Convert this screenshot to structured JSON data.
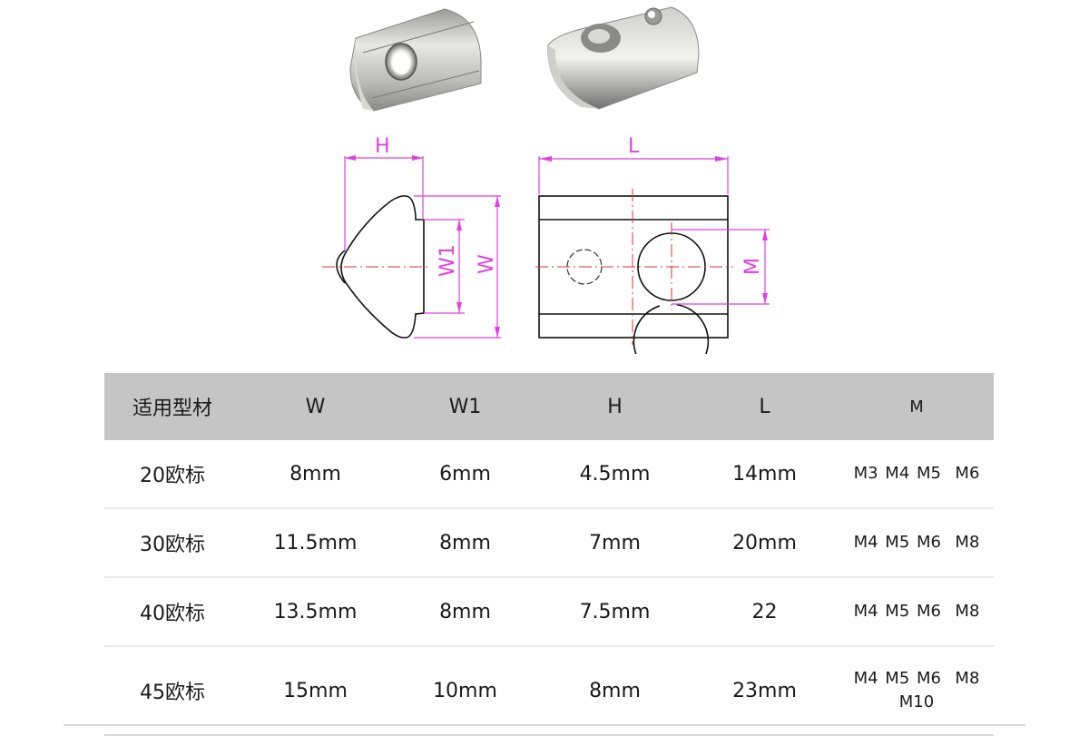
{
  "photos": {
    "left": {
      "label": "T-nut front view with threaded hole"
    },
    "right": {
      "label": "T-nut rear view with spring ball"
    }
  },
  "diagram": {
    "side_view": {
      "labels": {
        "height": "H",
        "inner_width": "W1",
        "width": "W"
      }
    },
    "top_view": {
      "labels": {
        "length": "L",
        "thread": "M"
      }
    },
    "colors": {
      "dimension": "#e040e0",
      "centerline": "#e03030",
      "outline": "#111111"
    }
  },
  "table": {
    "headers": [
      "适用型材",
      "W",
      "W1",
      "H",
      "L",
      "M"
    ],
    "rows": [
      {
        "profile": "20欧标",
        "W": "8mm",
        "W1": "6mm",
        "H": "4.5mm",
        "L": "14mm",
        "M": "M3 M4 M5  M6",
        "M2": ""
      },
      {
        "profile": "30欧标",
        "W": "11.5mm",
        "W1": "8mm",
        "H": "7mm",
        "L": "20mm",
        "M": "M4 M5 M6  M8",
        "M2": ""
      },
      {
        "profile": "40欧标",
        "W": "13.5mm",
        "W1": "8mm",
        "H": "7.5mm",
        "L": "22",
        "M": "M4 M5 M6  M8",
        "M2": ""
      },
      {
        "profile": "45欧标",
        "W": "15mm",
        "W1": "10mm",
        "H": "8mm",
        "L": "23mm",
        "M": "M4 M5 M6  M8",
        "M2": "M10"
      }
    ],
    "colors": {
      "header_bg": "#c4c5c4",
      "row_divider": "#e8e8e8"
    }
  }
}
